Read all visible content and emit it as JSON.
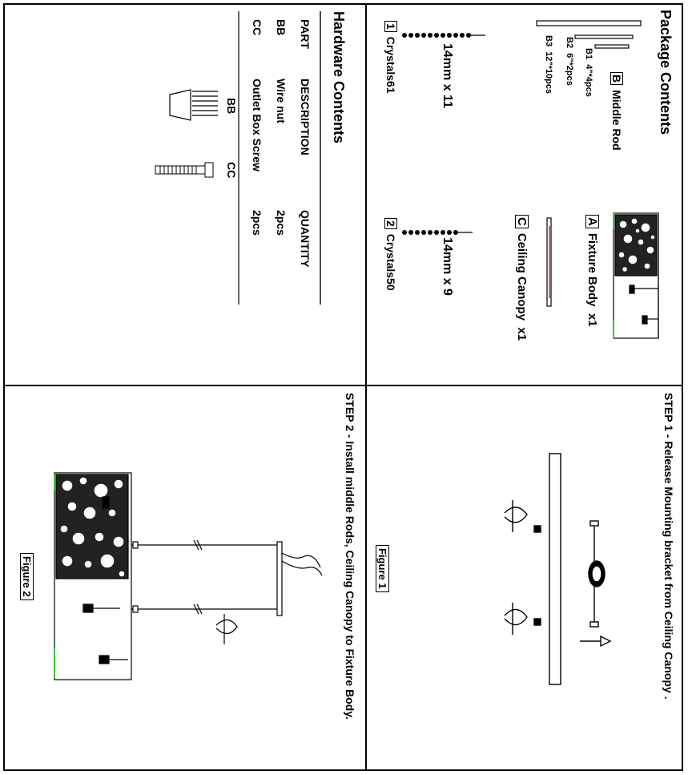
{
  "package": {
    "title": "Package Contents",
    "middle_rod": {
      "letter": "B",
      "name": "Middle Rod"
    },
    "rods": [
      {
        "code": "B1",
        "desc": "4\"*4pcs"
      },
      {
        "code": "B2",
        "desc": "6\"*2pcs"
      },
      {
        "code": "B3",
        "desc": "12\"*10pcs"
      }
    ],
    "fixture": {
      "letter": "A",
      "name": "Fixture Body",
      "qty": "x1"
    },
    "canopy": {
      "letter": "C",
      "name": "Ceiling Canopy",
      "qty": "x1"
    },
    "crystal1": {
      "num": "1",
      "size": "14mm x 11",
      "name": "Crystals61"
    },
    "crystal2": {
      "num": "2",
      "size": "14mm x 9",
      "name": "Crystals50"
    }
  },
  "hardware": {
    "title": "Hardware Contents",
    "headers": {
      "part": "PART",
      "description": "DESCRIPTION",
      "quantity": "QUANTITY"
    },
    "rows": [
      {
        "part": "BB",
        "description": "Wire nut",
        "quantity": "2pcs"
      },
      {
        "part": "CC",
        "description": "Outlet Box Screw",
        "quantity": "2pcs"
      }
    ],
    "bb_label": "BB",
    "cc_label": "CC"
  },
  "step1": {
    "text": "STEP 1 - Release Mounting bracket from Ceiling Canopy .",
    "figure": "Figure 1"
  },
  "step2": {
    "text": "STEP 2 - Install middle Rods,  Ceiling Canopy to Fixture Body.",
    "figure": "Figure 2"
  },
  "colors": {
    "line": "#000000",
    "accent": "#33cc33"
  }
}
